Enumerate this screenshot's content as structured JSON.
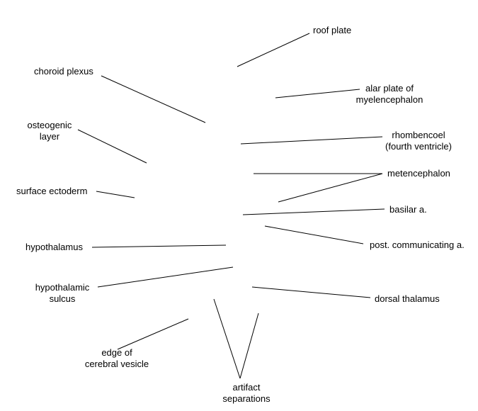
{
  "labels": {
    "roof_plate": "roof plate",
    "choroid_plexus": "choroid plexus",
    "alar_plate_line1": "alar plate of",
    "alar_plate_line2": "myelencephalon",
    "osteogenic_line1": "osteogenic",
    "osteogenic_line2": "layer",
    "rhombencoel_line1": "rhombencoel",
    "rhombencoel_line2": "(fourth ventricle)",
    "metencephalon": "metencephalon",
    "surface_ectoderm": "surface ectoderm",
    "basilar": "basilar a.",
    "post_communicating": "post. communicating a.",
    "hypothalamus": "hypothalamus",
    "hypothalamic_sulcus_line1": "hypothalamic",
    "hypothalamic_sulcus_line2": "sulcus",
    "dorsal_thalamus": "dorsal thalamus",
    "edge_cerebral_line1": "edge of",
    "edge_cerebral_line2": "cerebral vesicle",
    "artifact_line1": "artifact",
    "artifact_line2": "separations"
  }
}
